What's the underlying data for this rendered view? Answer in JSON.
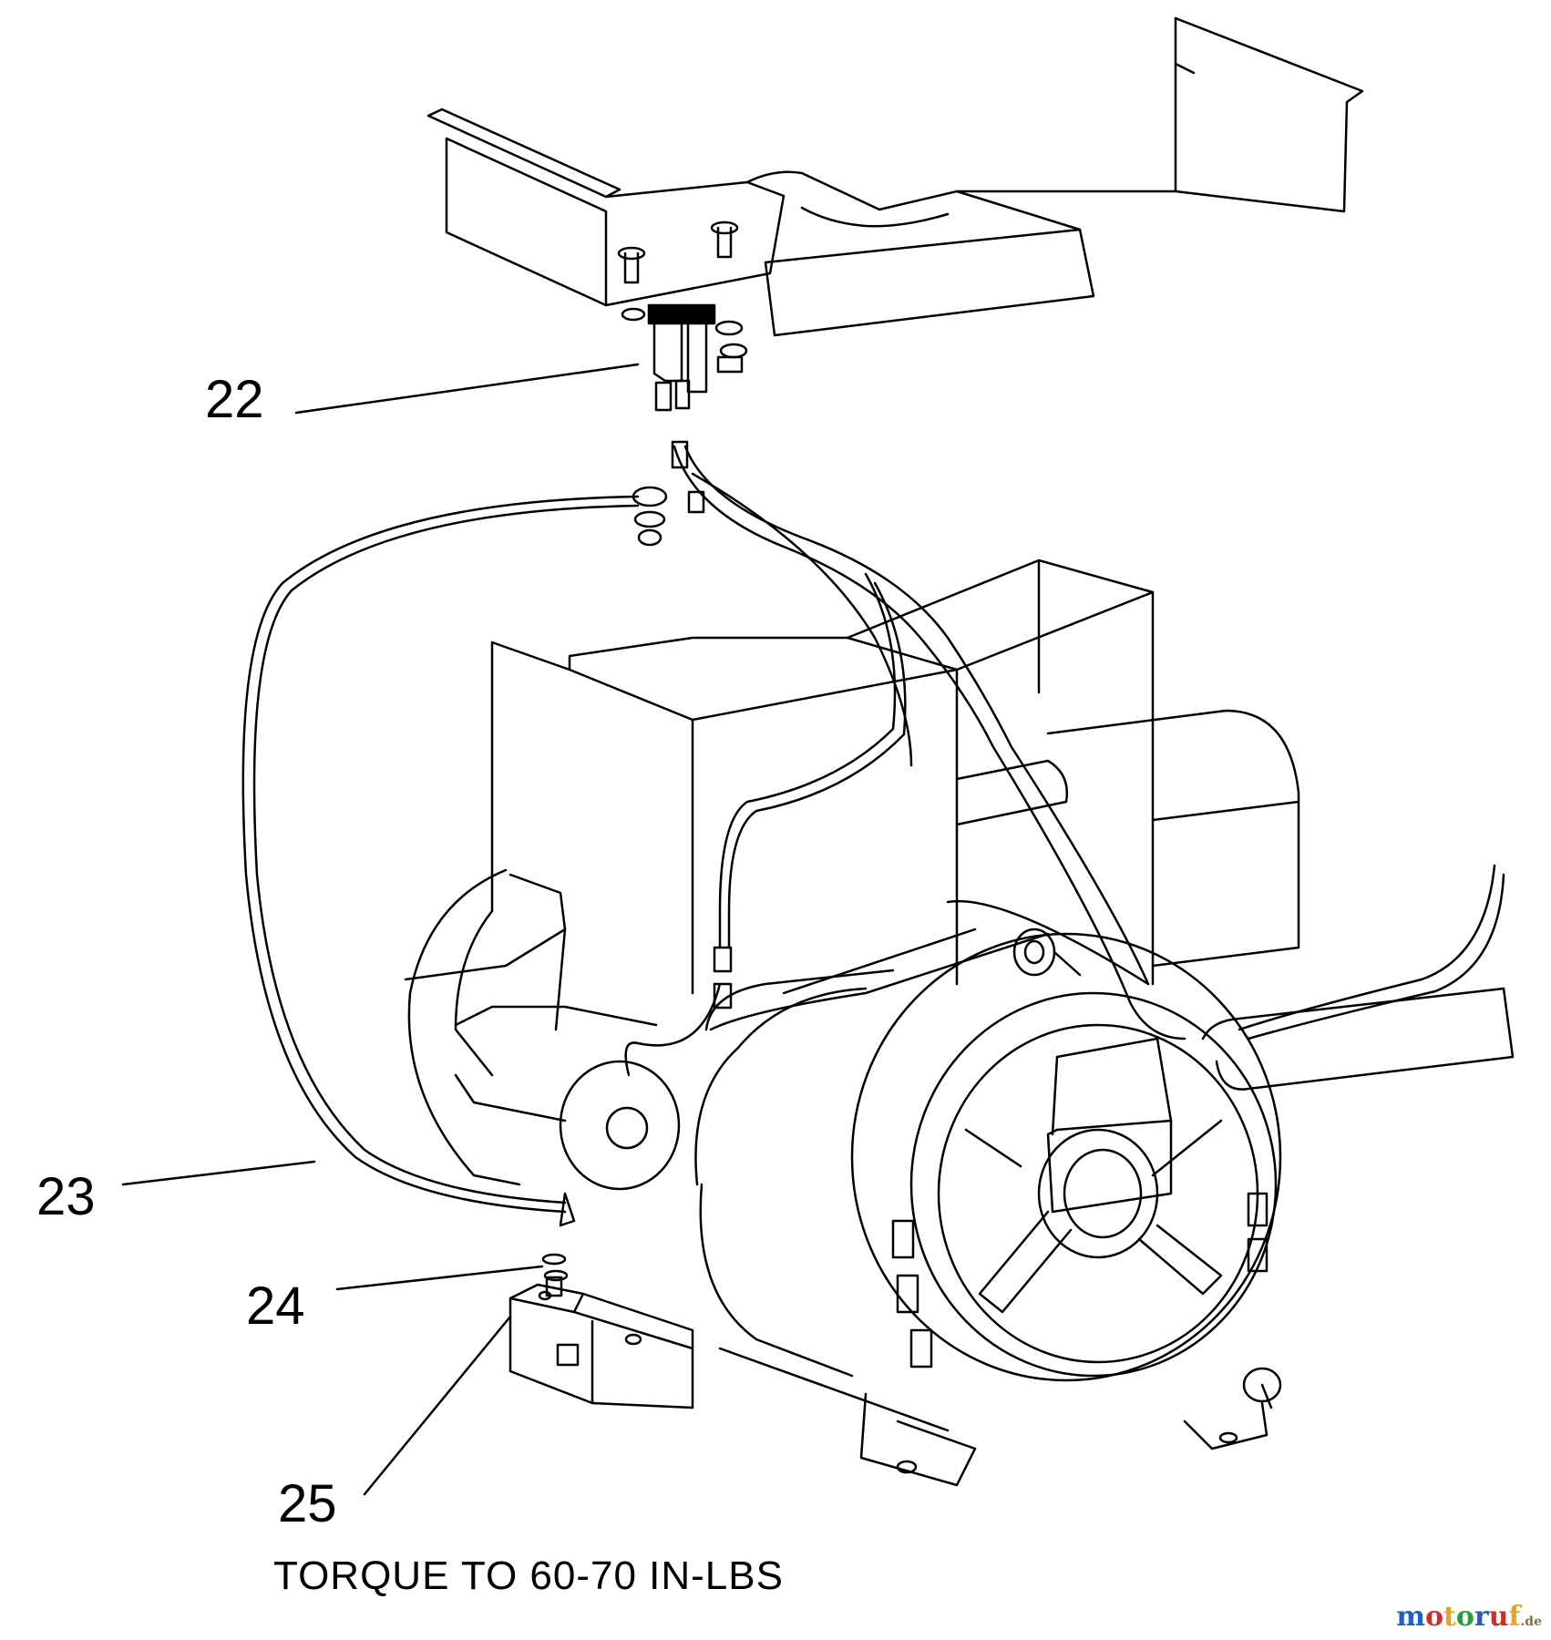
{
  "callouts": {
    "c22": "22",
    "c23": "23",
    "c24": "24",
    "c25": "25"
  },
  "note": "TORQUE TO 60-70 IN-LBS",
  "watermark": {
    "main": "motoruf",
    "suffix": ".de",
    "colors": [
      "#1f5fbf",
      "#d62a2a",
      "#f0a020",
      "#2a9d3a",
      "#1f5fbf",
      "#d62a2a",
      "#f0a020"
    ]
  },
  "colors": {
    "line": "#000000",
    "background": "#ffffff"
  }
}
